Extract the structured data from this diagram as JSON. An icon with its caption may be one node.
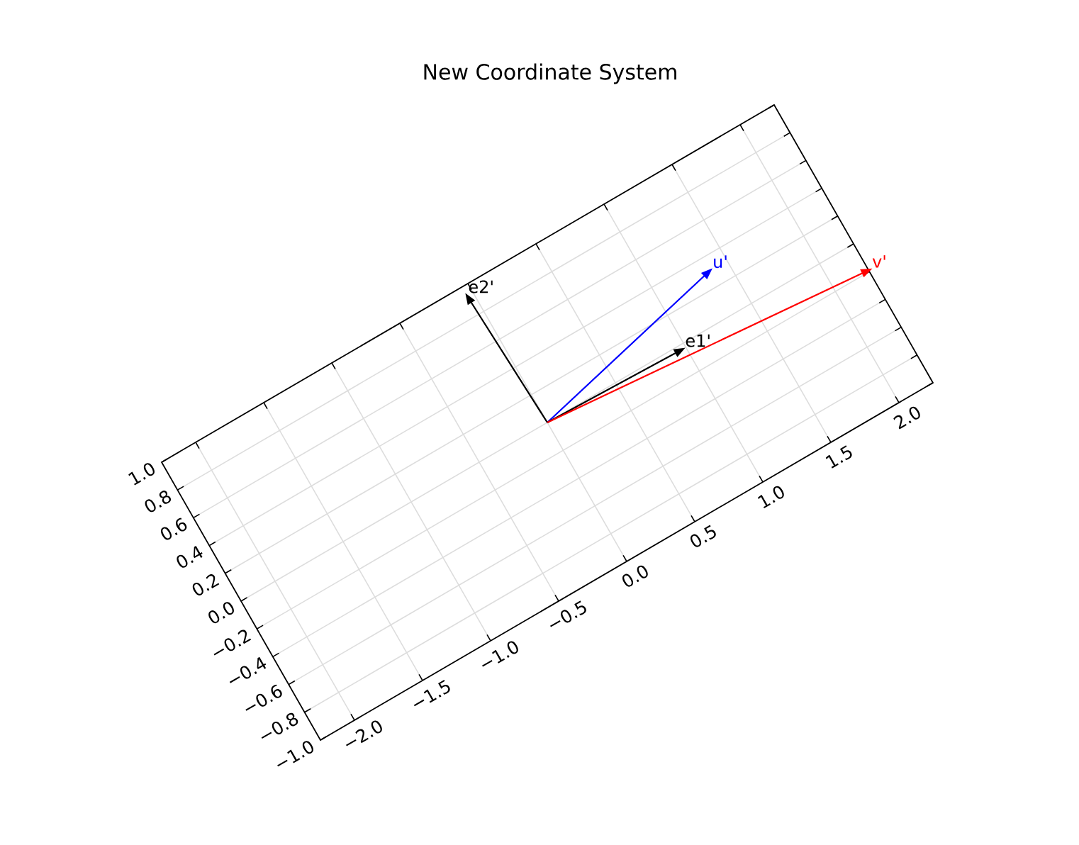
{
  "diagram": {
    "title": "New Coordinate System",
    "nodes": [
      {
        "text": [
          "e2'"
        ]
      },
      {
        "text": [
          "u'"
        ]
      },
      {
        "text": [
          "e1'"
        ]
      },
      {
        "text": [
          "v'"
        ]
      }
    ],
    "edges": [
      {
        "from": null,
        "to": 0,
        "arrow": "to"
      },
      {
        "from": null,
        "to": 1,
        "arrow": "to",
        "color": "#0000ff"
      },
      {
        "from": null,
        "to": 2,
        "arrow": "to"
      },
      {
        "from": null,
        "to": 3,
        "arrow": "to",
        "color": "#ff0000"
      }
    ],
    "labels": [
      "−2.0",
      "−1.5",
      "−1.0",
      "−0.5",
      "0.0",
      "0.5",
      "1.0",
      "1.5",
      "2.0",
      "1.0",
      "0.8",
      "0.6",
      "0.4",
      "0.2",
      "0.0",
      "−0.2",
      "−0.4",
      "−0.6",
      "−0.8",
      "−1.0"
    ]
  }
}
